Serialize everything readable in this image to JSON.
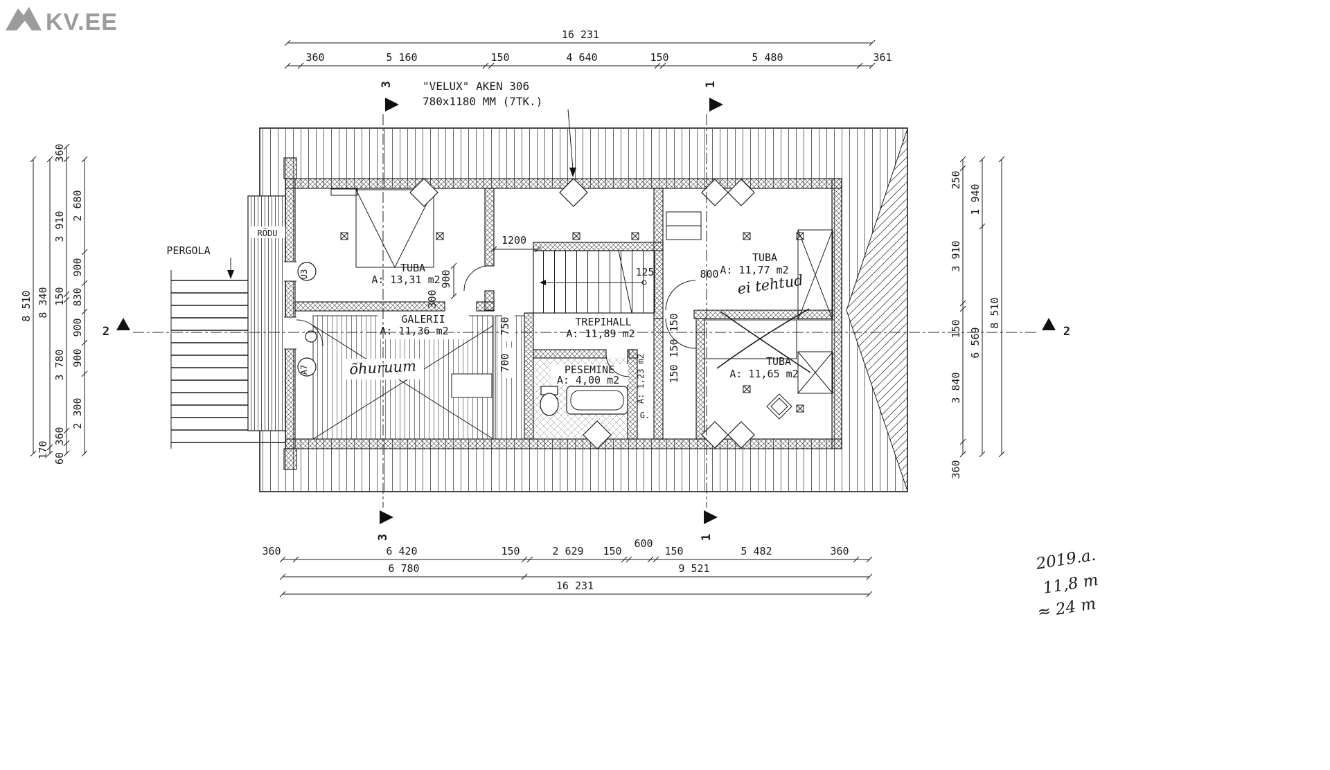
{
  "logo": "KV.EE",
  "velux": {
    "line1": "\"VELUX\" AKEN 306",
    "line2": "780x1180 MM  (7TK.)"
  },
  "labels": {
    "pergola": "PERGOLA",
    "rodu": "RÕDU",
    "ohuruum": "õhuruum",
    "ei_tehtud": "ei tehtud",
    "g": "G.",
    "a123": "A: 1,23 m2"
  },
  "rooms": {
    "tuba1": {
      "name": "TUBA",
      "area": "A: 13,31 m2"
    },
    "tuba2": {
      "name": "TUBA",
      "area": "A: 11,77 m2"
    },
    "tuba3": {
      "name": "TUBA",
      "area": "A: 11,65 m2"
    },
    "galerii": {
      "name": "GALERII",
      "area": "A: 11,36 m2"
    },
    "trepihall": {
      "name": "TREPIHALL",
      "area": "A: 11,89 m2"
    },
    "pesemine": {
      "name": "PESEMINE",
      "area": "A: 4,00 m2"
    }
  },
  "sections": {
    "one": "1",
    "two": "2",
    "three": "3"
  },
  "tags": {
    "u3": "U3",
    "a7": "A7"
  },
  "dims": {
    "top_total": "16 231",
    "top": [
      "360",
      "5 160",
      "150",
      "4 640",
      "150",
      "5 480",
      "361"
    ],
    "left_inner": [
      "2 680",
      "900",
      "830",
      "900",
      "900",
      "2 300"
    ],
    "left_mid": [
      "360",
      "3 910",
      "150",
      "3 780",
      "360",
      "60"
    ],
    "left_outer": [
      "8 340",
      "170"
    ],
    "left_total": "8 510",
    "right_inner": [
      "250",
      "3 910",
      "150",
      "3 840",
      "360"
    ],
    "right_mid": [
      "1 940",
      "6 569"
    ],
    "right_total": "8 510",
    "bottom1": [
      "360",
      "6 420",
      "150",
      "2 629",
      "150",
      "600",
      "150",
      "5 482",
      "360"
    ],
    "bottom2": [
      "6 780",
      "9 521"
    ],
    "bottom_total": "16 231",
    "interior": {
      "d1200": "1200",
      "d900": "900",
      "d300": "300",
      "d125": "125",
      "d800": "800",
      "d750": "750",
      "d700": "700",
      "d150a": "150",
      "d150b": "150",
      "d150c": "150"
    }
  },
  "handwritten": {
    "line1": "2019.a.",
    "line2": "11,8 m",
    "line3": "≈ 24 m"
  }
}
